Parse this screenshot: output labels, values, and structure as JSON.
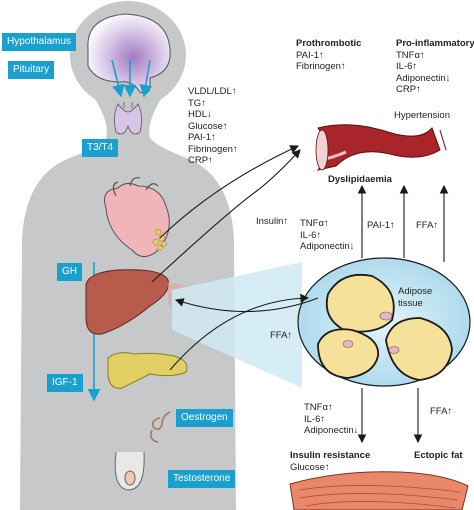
{
  "tags": {
    "hypothalamus": "Hypothalamus",
    "pituitary": "Pituitary",
    "t3t4": "T3/T4",
    "gh": "GH",
    "igf1": "IGF-1",
    "oestrogen": "Oestrogen",
    "testosterone": "Testosterone"
  },
  "blood_markers": [
    "VLDL/LDL↑",
    "TG↑",
    "HDL↓",
    "Glucose↑",
    "PAI-1↑",
    "Fibrinogen↑",
    "CRP↑"
  ],
  "prothrombotic": {
    "title": "Prothrombotic",
    "items": [
      "PAI-1↑",
      "Fibrinogen↑"
    ]
  },
  "proinflammatory": {
    "title": "Pro-inflammatory",
    "items": [
      "TNFα↑",
      "IL-6↑",
      "Adiponectin↓",
      "CRP↑"
    ]
  },
  "hypertension": "Hypertension",
  "dyslipidaemia": "Dyslipidaemia",
  "insulin_up": "Insulin↑",
  "adipose_up": [
    "TNFα↑",
    "IL-6↑",
    "Adiponectin↓"
  ],
  "pai_up": "PAI-1↑",
  "ffa_up_right": "FFA↑",
  "ffa_liver": "FFA↑",
  "adipose_label": [
    "Adipose",
    "tissue"
  ],
  "adipose_down": [
    "TNFα↑",
    "IL-6↑",
    "Adiponectin↓"
  ],
  "ffa_down": "FFA↑",
  "insulin_resistance": "Insulin resistance",
  "glucose_up": "Glucose↑",
  "ectopic_fat": "Ectopic fat",
  "colors": {
    "body": "#c6c8ca",
    "tag": "#1aa0cf",
    "liver": "#b85a4c",
    "heart": "#f1b4b8",
    "pancreas": "#e2cf63",
    "vessel": "#a8262b",
    "fat_cell": "#f6e19a",
    "adipose_bg": "#bfe3f1",
    "muscle": "#e8876a",
    "brain_core": "#b18ac8"
  }
}
